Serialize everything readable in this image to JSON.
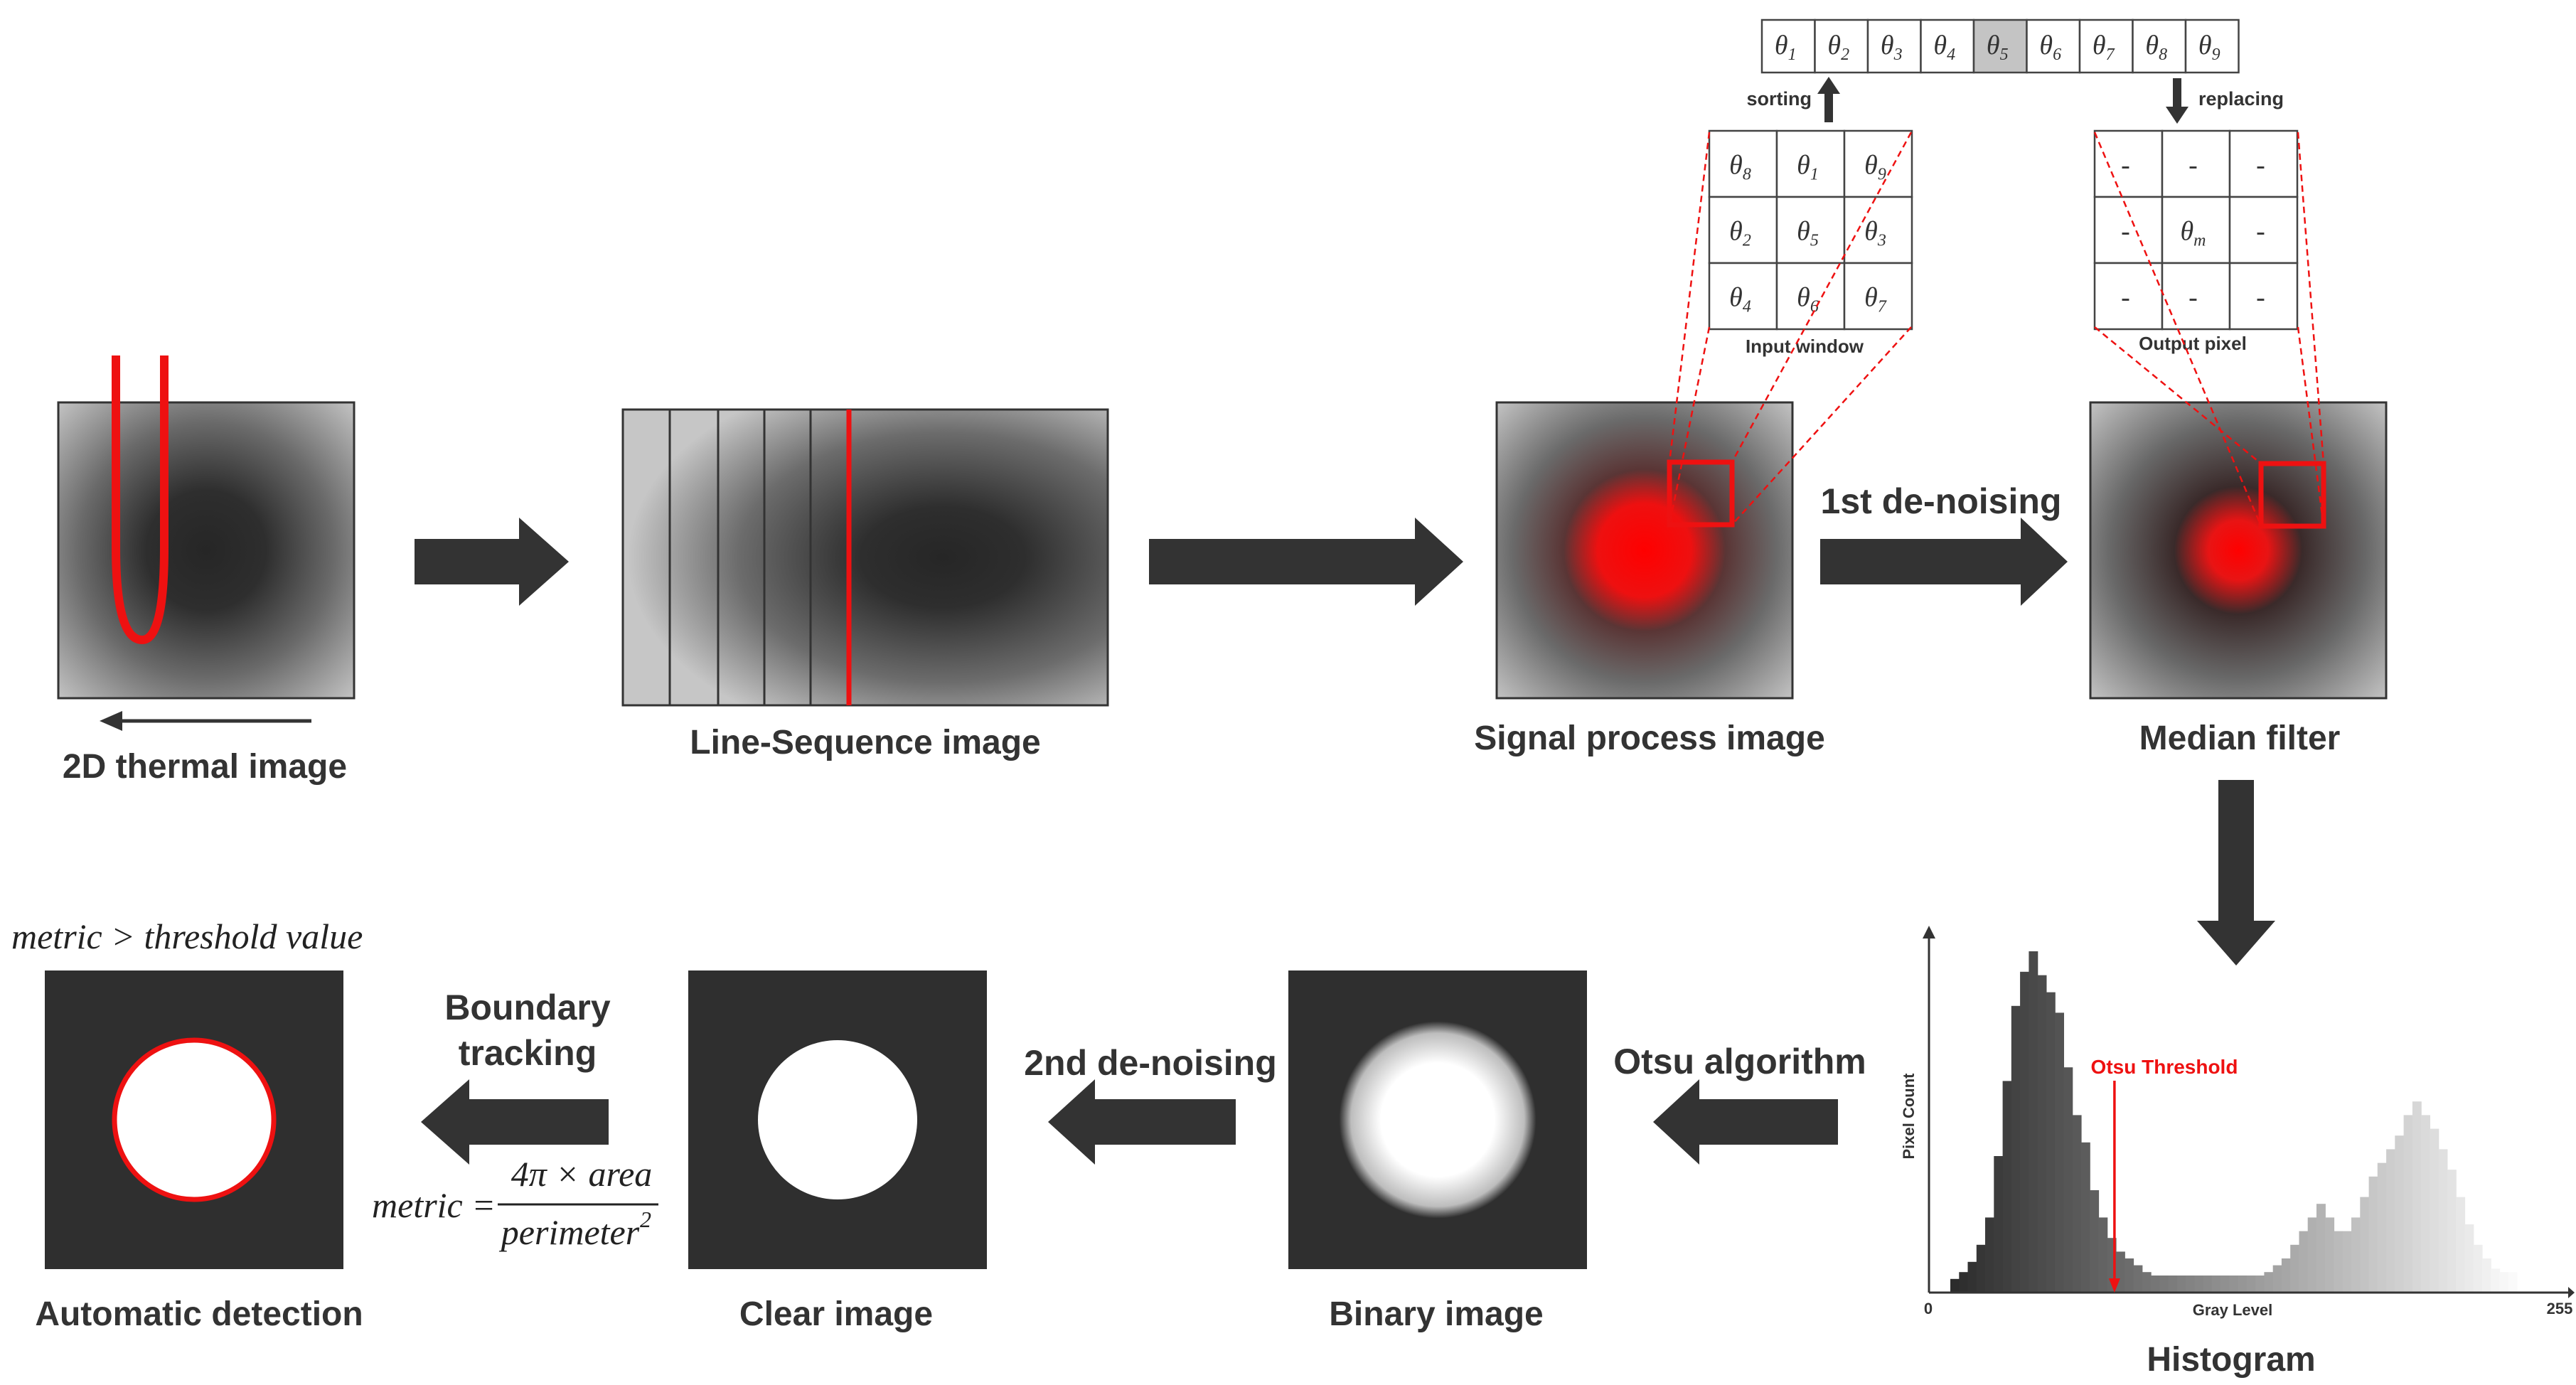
{
  "stages": {
    "thermal": "2D thermal image",
    "line_sequence": "Line-Sequence image",
    "signal": "Signal process image",
    "median": "Median filter",
    "histogram": "Histogram",
    "binary": "Binary image",
    "clear": "Clear image",
    "automatic": "Automatic detection"
  },
  "arrows": {
    "denoise1": "1st de-noising",
    "otsu": "Otsu algorithm",
    "denoise2": "2nd de-noising",
    "boundary_line1": "Boundary",
    "boundary_line2": "tracking"
  },
  "median_detail": {
    "sorted_sequence": [
      "θ1",
      "θ2",
      "θ3",
      "θ4",
      "θ5",
      "θ6",
      "θ7",
      "θ8",
      "θ9"
    ],
    "sorting_label": "sorting",
    "replacing_label": "replacing",
    "input_window": [
      "θ8",
      "θ1",
      "θ9",
      "θ2",
      "θ5",
      "θ3",
      "θ4",
      "θ6",
      "θ7"
    ],
    "input_window_label": "Input window",
    "output_pixel": [
      "-",
      "-",
      "-",
      "-",
      "θm",
      "-",
      "-",
      "-",
      "-"
    ],
    "output_pixel_label": "Output pixel"
  },
  "histogram": {
    "ylabel": "Pixel Count",
    "xlabel": "Gray Level",
    "x_min": "0",
    "x_max": "255",
    "threshold_label": "Otsu Threshold",
    "threshold_gray": 75
  },
  "formulas": {
    "condition": "metric > threshold value",
    "metric_lhs": "metric =",
    "numerator": "4π × area",
    "denominator": "perimeter",
    "exponent": "2"
  },
  "colors": {
    "arrow": "#333333",
    "highlight": "#ee1111",
    "dark": "#2f2f2f"
  }
}
